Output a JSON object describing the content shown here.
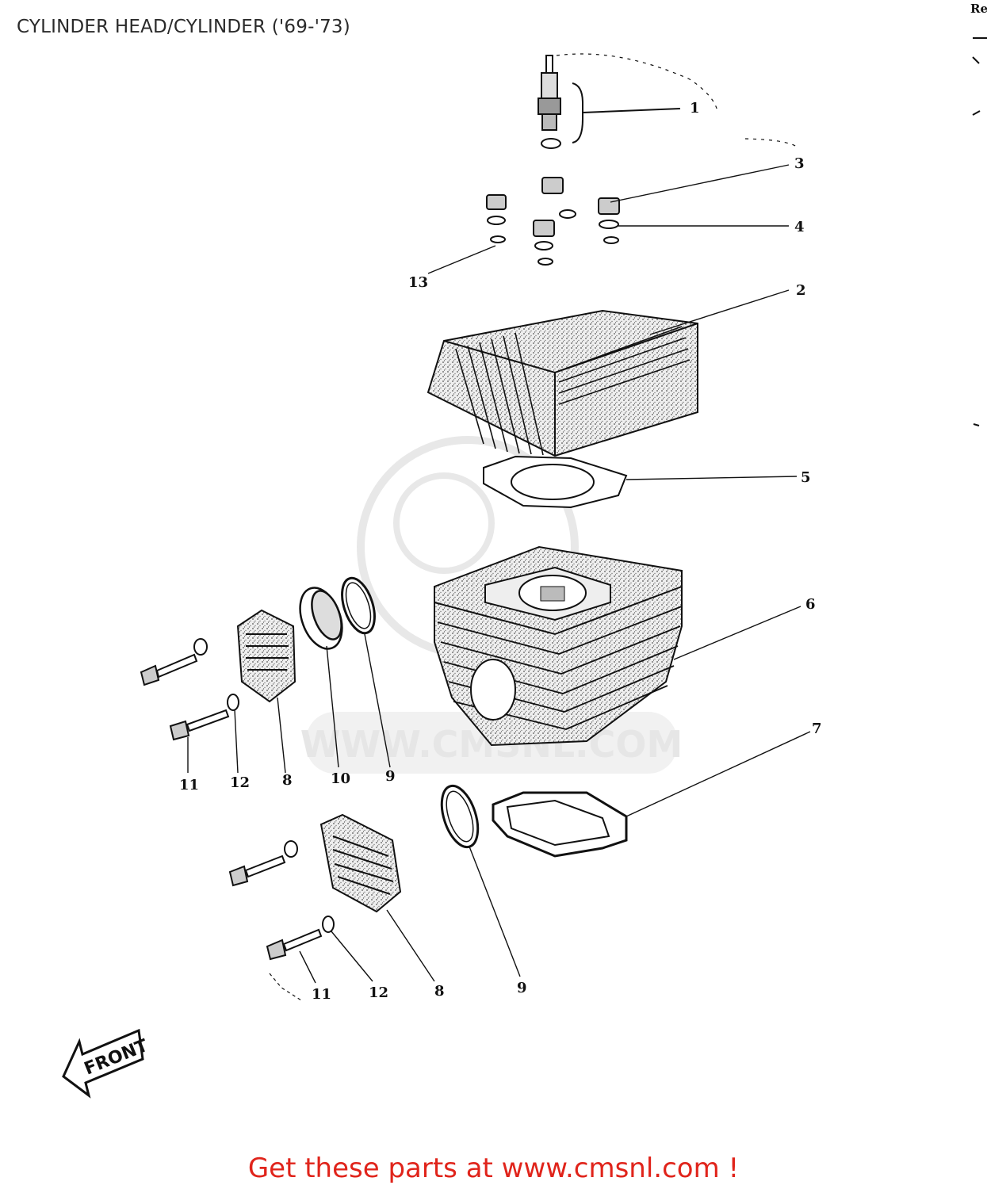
{
  "page": {
    "title": "CYLINDER HEAD/CYLINDER ('69-'73)",
    "corner_fragment": "Re",
    "footer": "Get these parts at www.cmsnl.com !"
  },
  "watermark": {
    "text": "WWW.CMSNL.COM"
  },
  "front_indicator": {
    "label": "FRONT"
  },
  "callouts": [
    {
      "id": "c1",
      "number": "1"
    },
    {
      "id": "c2",
      "number": "2"
    },
    {
      "id": "c3",
      "number": "3"
    },
    {
      "id": "c4",
      "number": "4"
    },
    {
      "id": "c5",
      "number": "5"
    },
    {
      "id": "c6",
      "number": "6"
    },
    {
      "id": "c7",
      "number": "7"
    },
    {
      "id": "c13",
      "number": "13"
    },
    {
      "id": "c11a",
      "number": "11"
    },
    {
      "id": "c12a",
      "number": "12"
    },
    {
      "id": "c8a",
      "number": "8"
    },
    {
      "id": "c10",
      "number": "10"
    },
    {
      "id": "c9a",
      "number": "9"
    },
    {
      "id": "c11b",
      "number": "11"
    },
    {
      "id": "c12b",
      "number": "12"
    },
    {
      "id": "c8b",
      "number": "8"
    },
    {
      "id": "c9b",
      "number": "9"
    }
  ],
  "colors": {
    "ink": "#111111",
    "footer": "#e0241b",
    "watermark": "#e4e4e4",
    "part_fill": "#cfcfcf"
  }
}
